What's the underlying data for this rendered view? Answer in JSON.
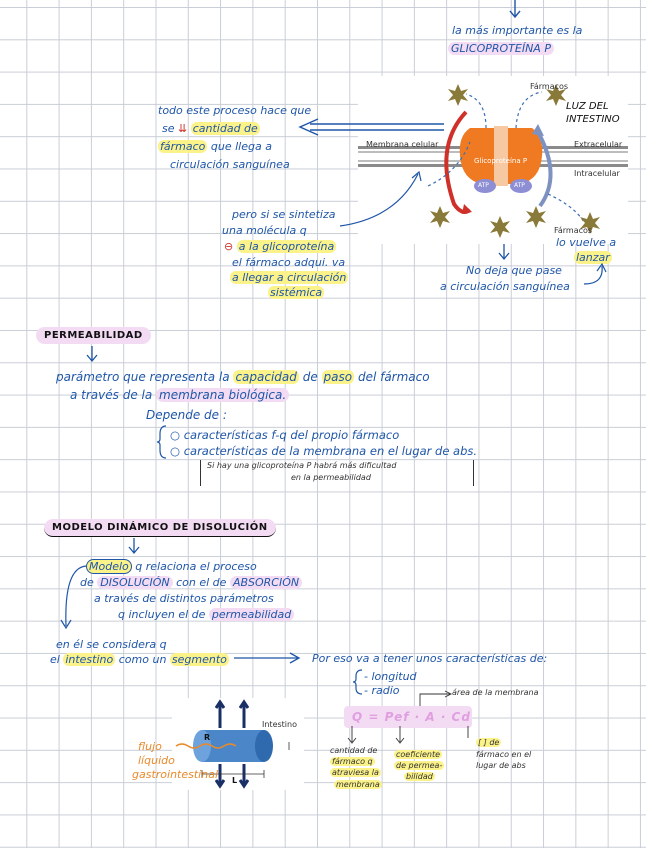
{
  "top": {
    "line1": "la más importante es la",
    "line2": "GLICOPROTEÍNA P"
  },
  "figure1": {
    "membrana": "Membrana celular",
    "extracelular": "Extracelular",
    "intracelular": "Intracelular",
    "farmacos_top": "Fármacos",
    "farmacos_bottom": "Fármacos",
    "glicoproteina": "Glicoproteína P",
    "atp_left": "ATP",
    "atp_right": "ATP"
  },
  "notes_top": {
    "luz1": "LUZ DEL",
    "luz2": "INTESTINO",
    "proceso1": "todo este proceso hace que",
    "proceso2a": "se",
    "proceso2b": "cantidad de",
    "proceso3a": "fármaco",
    "proceso3b": "que llega a",
    "proceso4": "circulación sanguínea",
    "pero1": "pero si se sintetiza",
    "pero2": "una molécula q",
    "pero3": "a la glicoproteína",
    "pero4": "el fármaco adqui. va",
    "pero5": "a llegar a circulación",
    "pero6": "sistémica",
    "vuelve1": "lo vuelve a",
    "vuelve2": "lanzar",
    "nodeja1": "No deja que pase",
    "nodeja2": "a circulación sanguínea"
  },
  "permeabilidad": {
    "heading": "PERMEABILIDAD",
    "line1a": "parámetro que representa la",
    "line1b": "capacidad",
    "line1c": "de",
    "line1d": "paso",
    "line1e": "del fármaco",
    "line2a": "a través de la",
    "line2b": "membrana biológica.",
    "depende": "Depende de :",
    "item1": "características f-q del propio fármaco",
    "item2": "características de la membrana en el lugar de abs.",
    "note1": "Si hay una glicoproteína P habrá más dificultad",
    "note2": "en la permeabilidad"
  },
  "modelo": {
    "heading": "MODELO DINÁMICO DE DISOLUCIÓN",
    "l1a": "Modelo",
    "l1b": "q relaciona el proceso",
    "l2a": "de",
    "l2b": "DISOLUCIÓN",
    "l2c": "con el de",
    "l2d": "ABSORCIÓN",
    "l3": "a través de distintos parámetros",
    "l4a": "q incluyen el de",
    "l4b": "permeabilidad",
    "l5": "en él se considera q",
    "l6a": "el",
    "l6b": "intestino",
    "l6c": "como un",
    "l6d": "segmento",
    "l7": "Por eso va a tener unos características de:",
    "long": "- longitud",
    "radio": "- radio"
  },
  "figure2": {
    "intestino": "Intestino",
    "r_label": "R",
    "l_label": "L",
    "flujo1": "flujo",
    "flujo2": "líquido",
    "flujo3": "gastrointestinal"
  },
  "formula": {
    "text": "Q = Pef · A · Cd",
    "area": "área de la membrana",
    "q1": "cantidad de",
    "q2": "fármaco q",
    "q3": "atraviesa la",
    "q4": "membrana",
    "p1": "coeficiente",
    "p2": "de permea-",
    "p3": "bilidad",
    "c1": "[ ] de",
    "c2": "fármaco en el",
    "c3": "lugar de abs"
  }
}
